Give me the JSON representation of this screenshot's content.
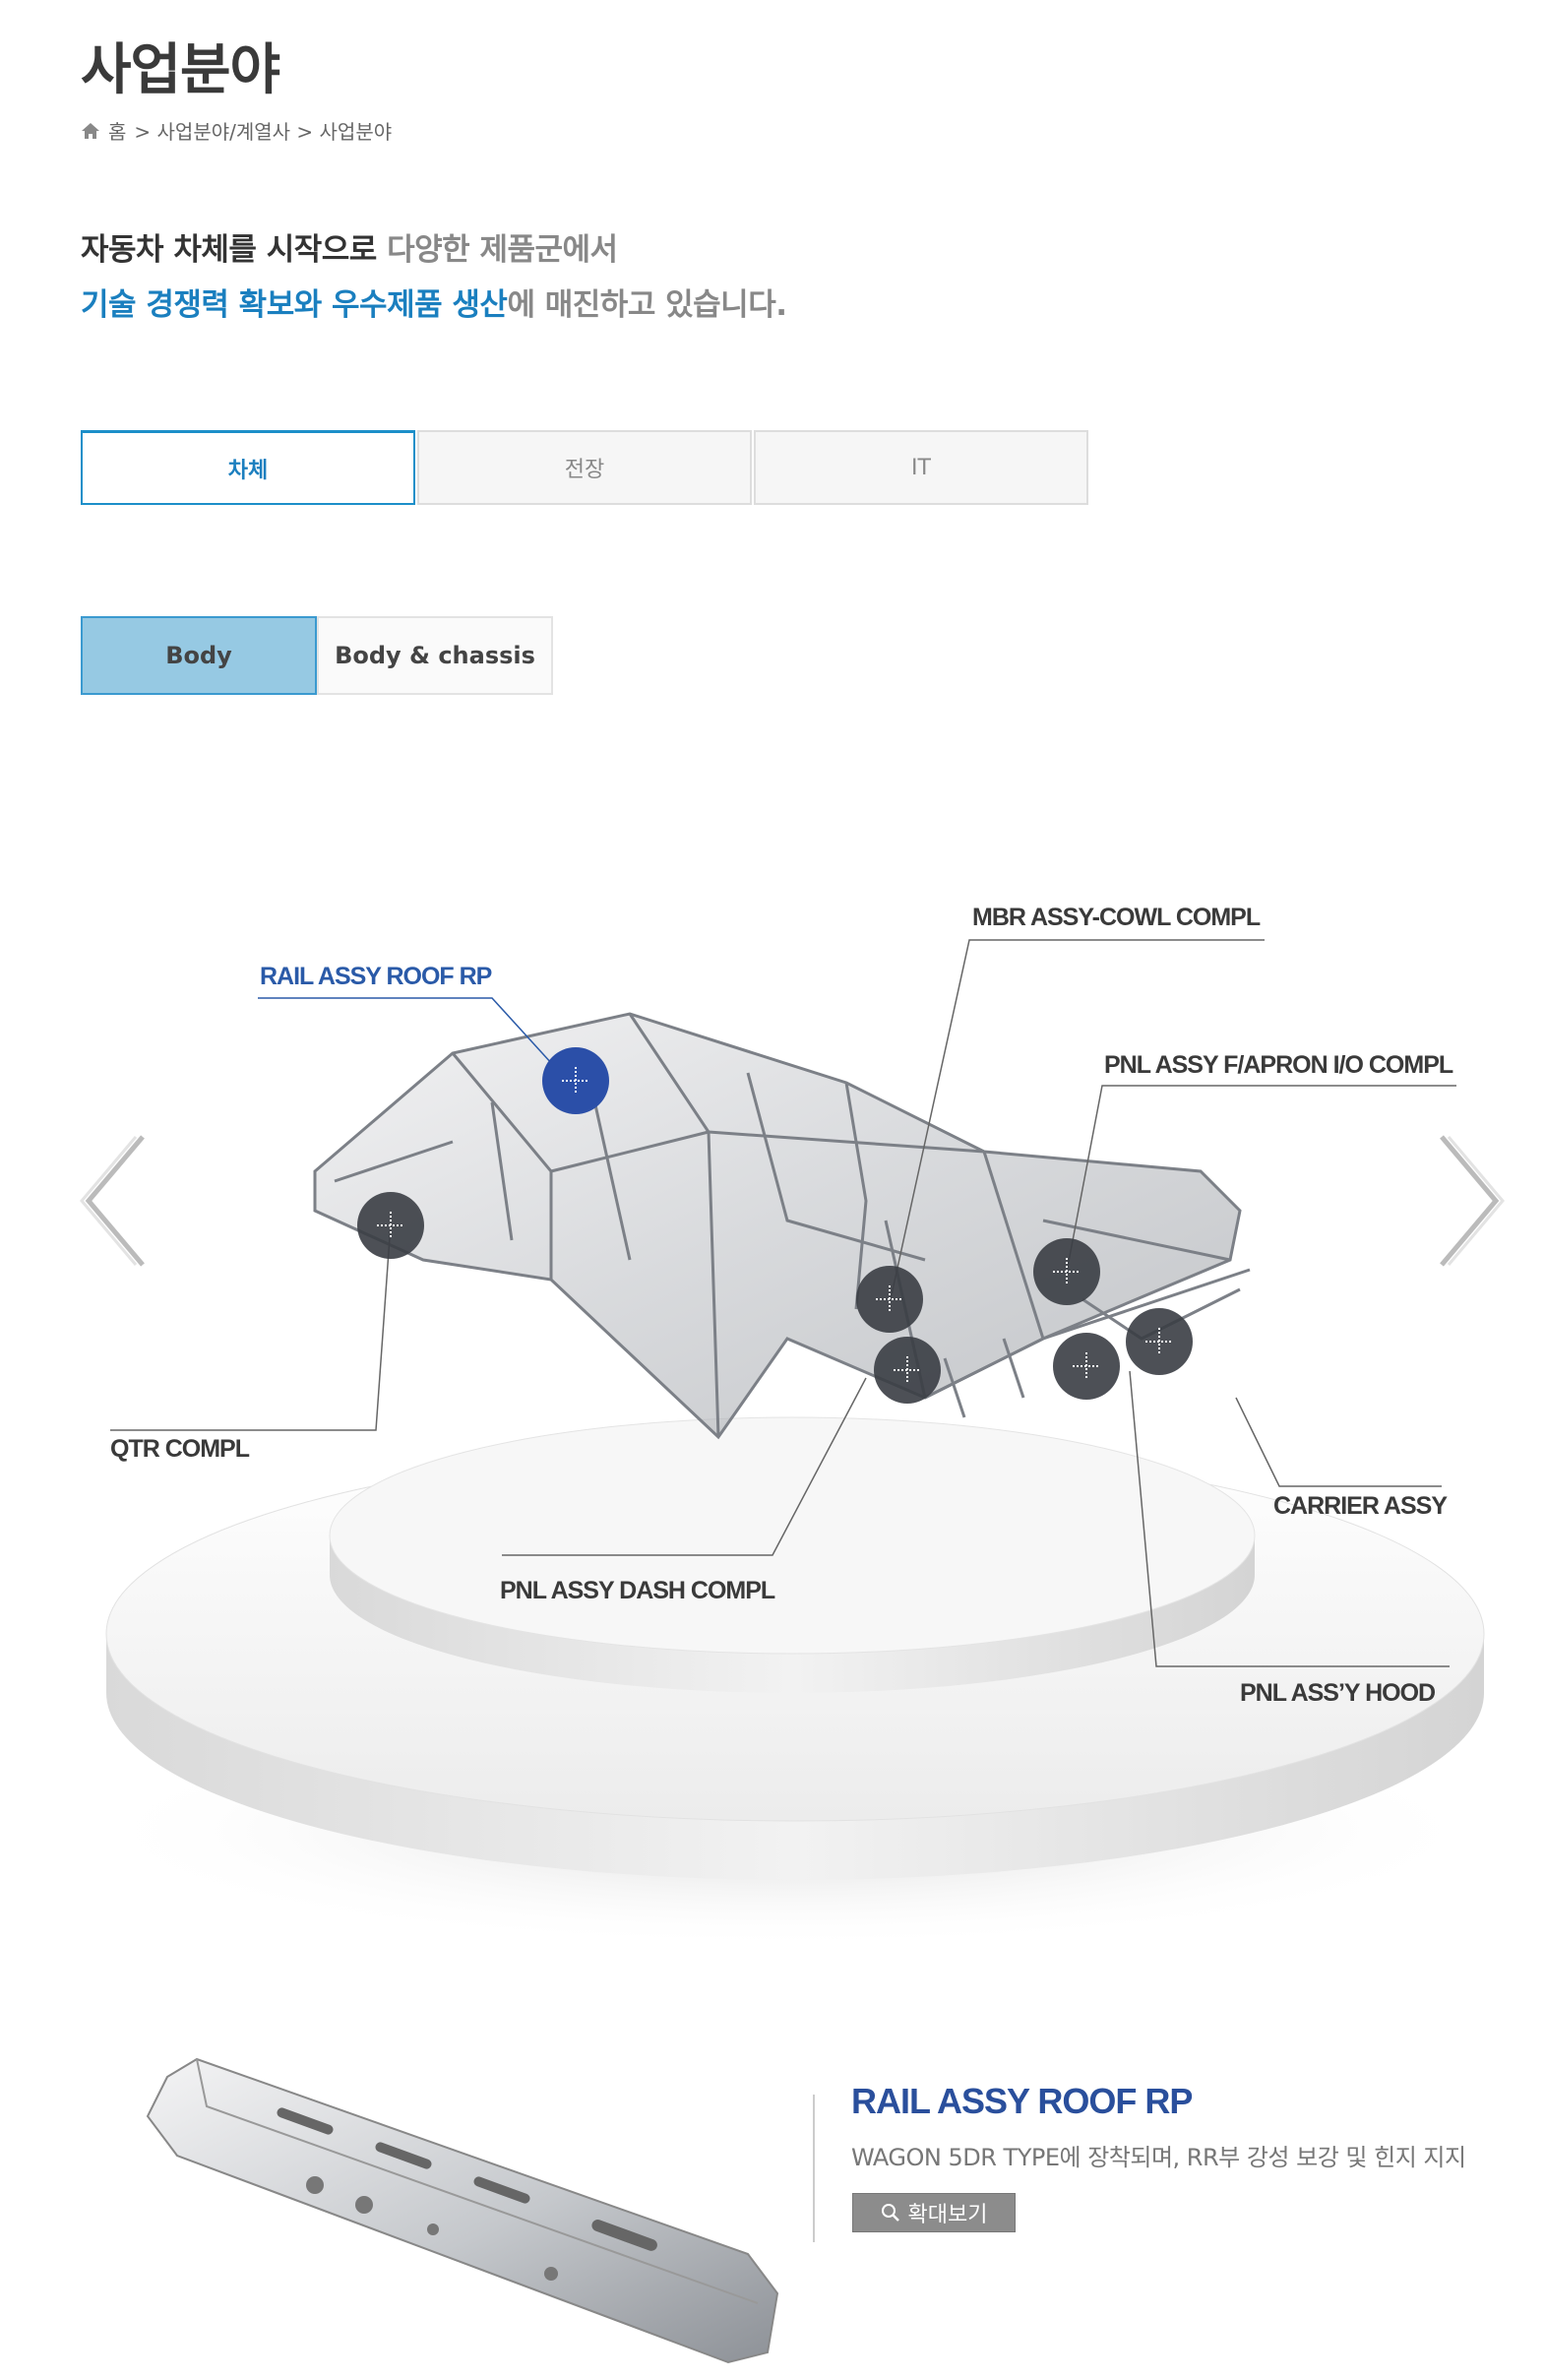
{
  "page": {
    "title": "사업분야"
  },
  "breadcrumb": {
    "home_icon": "home-icon",
    "home": "홈",
    "path": "> 사업분야/계열사 > 사업분야"
  },
  "intro": {
    "line1_dark": "자동차 차체를 시작으로",
    "line1_grey": "다양한 제품군에서",
    "line2_blue": "기술 경쟁력 확보와 우수제품 생산",
    "line2_grey": "에 매진하고 있습니다."
  },
  "tabs": [
    {
      "label": "차체",
      "active": true
    },
    {
      "label": "전장",
      "active": false
    },
    {
      "label": "IT",
      "active": false
    }
  ],
  "subtabs": [
    {
      "label": "Body",
      "active": true
    },
    {
      "label": "Body & chassis",
      "active": false
    }
  ],
  "callouts": {
    "rail_assy_roof_rp": "RAIL ASSY ROOF RP",
    "mbr_assy_cowl": "MBR ASSY-COWL COMPL",
    "pnl_apron": "PNL ASSY F/APRON I/O COMPL",
    "qtr_compl": "QTR COMPL",
    "carrier_assy": "CARRIER ASSY",
    "pnl_dash": "PNL ASSY DASH COMPL",
    "pnl_hood": "PNL ASS’Y HOOD"
  },
  "carousel": {
    "prev_icon": "chevron-left-icon",
    "next_icon": "chevron-right-icon"
  },
  "detail": {
    "title": "RAIL ASSY ROOF RP",
    "description": "WAGON 5DR TYPE에 장착되며, RR부 강성 보강 및 힌지 지지",
    "zoom_label": "확대보기",
    "zoom_icon": "magnifier-icon"
  },
  "colors": {
    "accent_blue": "#1c8fc9",
    "hotspot_active": "#2b4fa8",
    "hotspot": "#3a3d44",
    "subtab_active": "#96c9e3"
  }
}
